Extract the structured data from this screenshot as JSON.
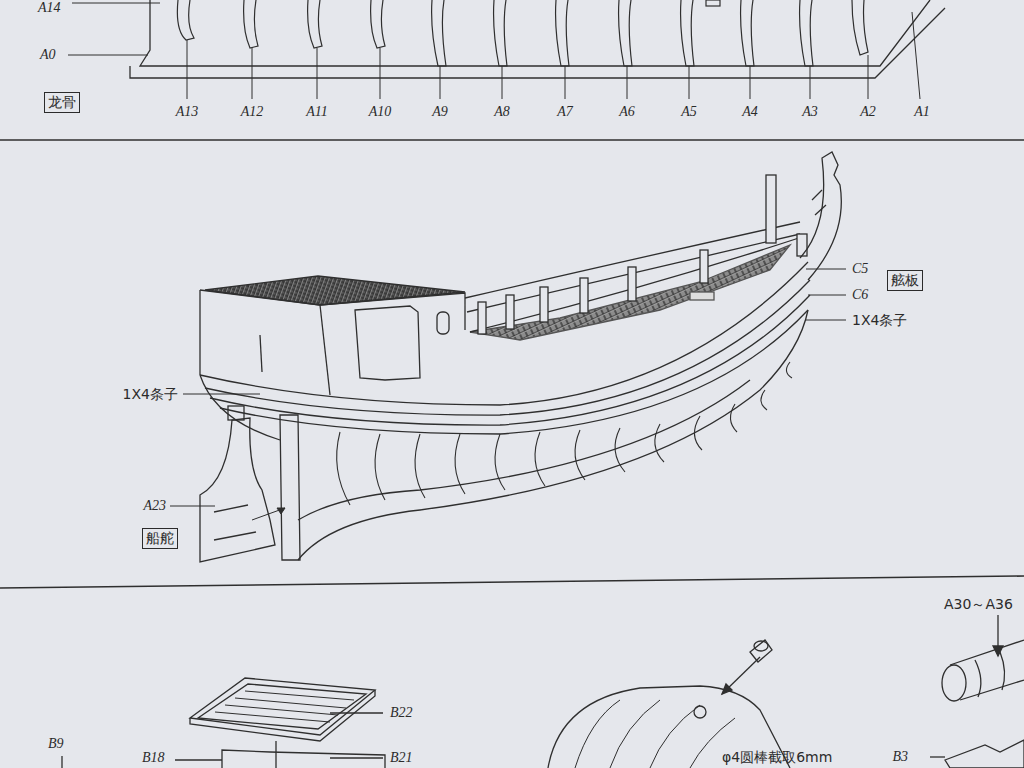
{
  "diagram": {
    "nodes": [
      {
        "text": [
          "龙骨"
        ]
      },
      {
        "text": [
          "舷板"
        ]
      },
      {
        "text": [
          "船舵"
        ]
      }
    ],
    "labels": [
      "A14",
      "A0",
      "A13",
      "A12",
      "A11",
      "A10",
      "A9",
      "A8",
      "A7",
      "A6",
      "A5",
      "A4",
      "A3",
      "A2",
      "A1",
      "C5",
      "C6",
      "1X4条子",
      "1X4条子",
      "A23",
      "A30～A36",
      "B22",
      "B9",
      "B21",
      "B18",
      "φ4圆棒截取6mm",
      "B3"
    ]
  }
}
